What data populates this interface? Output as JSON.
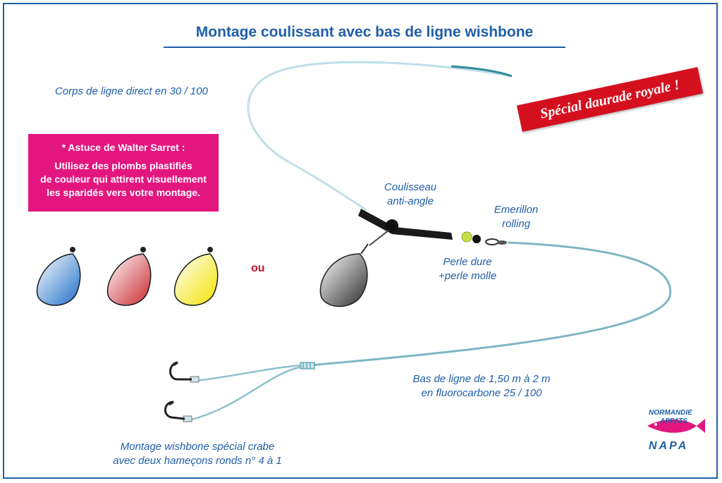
{
  "title": "Montage coulissant avec bas de ligne wishbone",
  "banner": "Spécial daurade royale !",
  "labels": {
    "main_line": "Corps de ligne direct en 30 / 100",
    "slider": "Coulisseau\nanti-angle",
    "swivel": "Emerillon\nrolling",
    "beads": "Perle dure\n+perle molle",
    "leader": "Bas de ligne de 1,50 m à 2 m\nen fluorocarbone 25 / 100",
    "wishbone": "Montage wishbone spécial crabe\navec deux hameçons ronds n° 4 à 1"
  },
  "tip": {
    "title": "* Astuce de Walter Sarret :",
    "body": "Utilisez des plombs plastifiés\nde couleur qui attirent visuellement\nles sparidés vers votre montage."
  },
  "or_word": "ou",
  "logo": {
    "line1": "NORMANDIE",
    "line2": "APPATS",
    "line3": "NAPA"
  },
  "colors": {
    "accent_blue": "#1f5fa8",
    "tip_pink": "#e3167f",
    "banner_red": "#d4101f",
    "line_teal": "#2f8a9a",
    "sinker_blue": "#1f6fc8",
    "sinker_red": "#c8282e",
    "sinker_yellow": "#f2e300",
    "sinker_grey": "#3a3a3a",
    "bead_green": "#c9df4a"
  },
  "sinkers": [
    {
      "name": "blue-sinker",
      "color": "#1f6fc8"
    },
    {
      "name": "red-sinker",
      "color": "#c8282e"
    },
    {
      "name": "yellow-sinker",
      "color": "#f2e300"
    }
  ]
}
